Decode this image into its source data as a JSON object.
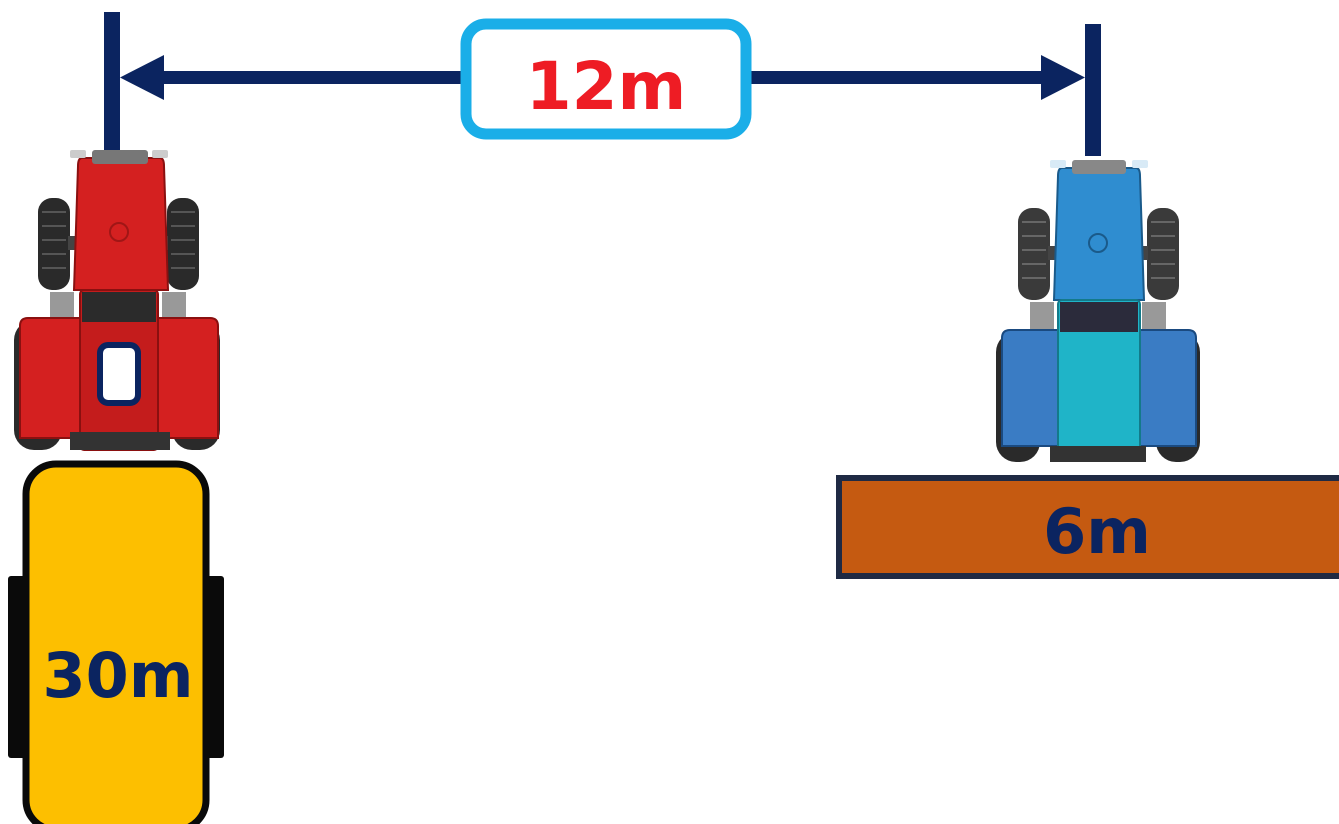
{
  "distance_label": "12m",
  "sprayer_width_label": "30m",
  "spreader_width_label": "6m",
  "colors": {
    "dimension_line": "#0b2460",
    "distance_text": "#ee1c24",
    "distance_box_border": "#1aaee8",
    "sprayer_fill": "#fdbf00",
    "spreader_fill": "#c55a11",
    "width_text": "#0b2460",
    "red_tractor": "#d42020",
    "blue_tractor": "#2f8dd0"
  }
}
